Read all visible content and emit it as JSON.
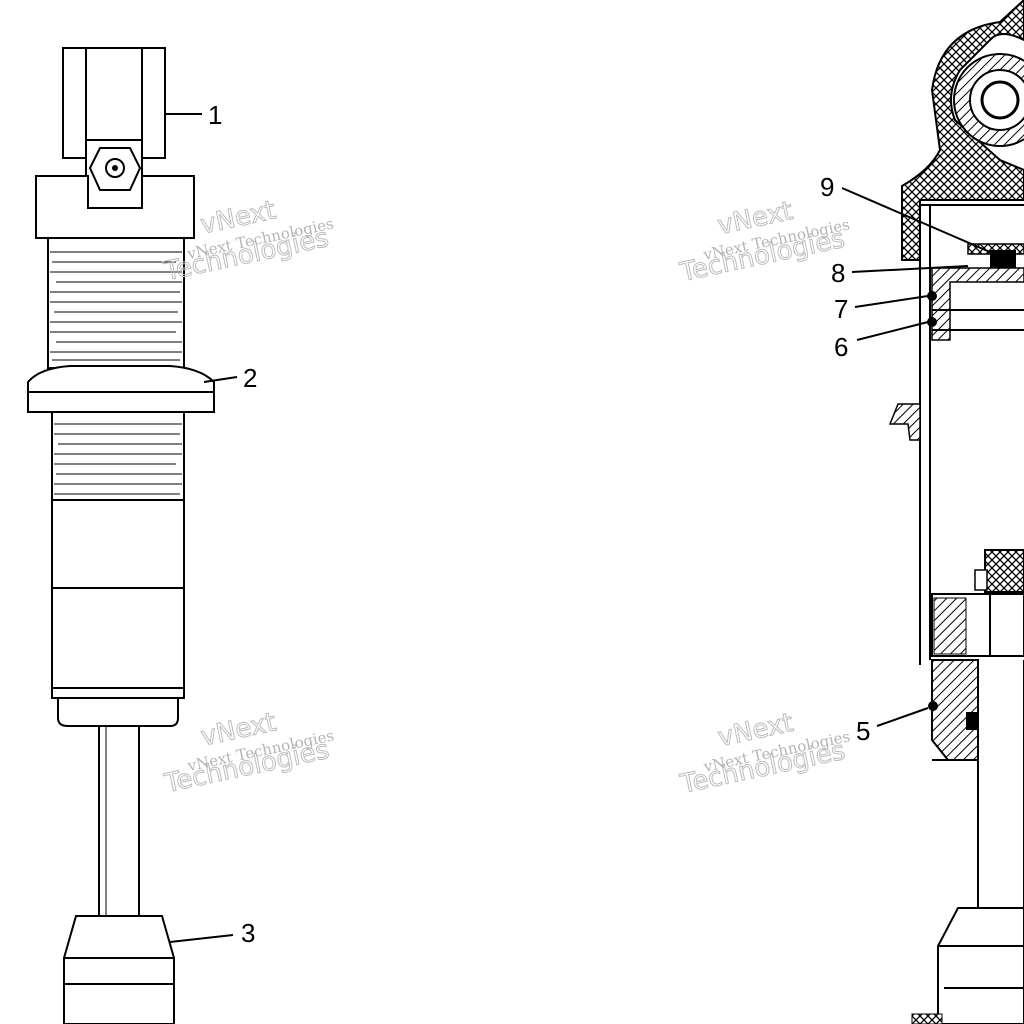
{
  "callouts": {
    "c1": "1",
    "c2": "2",
    "c3": "3",
    "c5": "5",
    "c6": "6",
    "c7": "7",
    "c8": "8",
    "c9": "9"
  },
  "watermarks": {
    "small": "vNext Technologies",
    "big_line1": "vNext",
    "big_line2": "Technologies"
  }
}
